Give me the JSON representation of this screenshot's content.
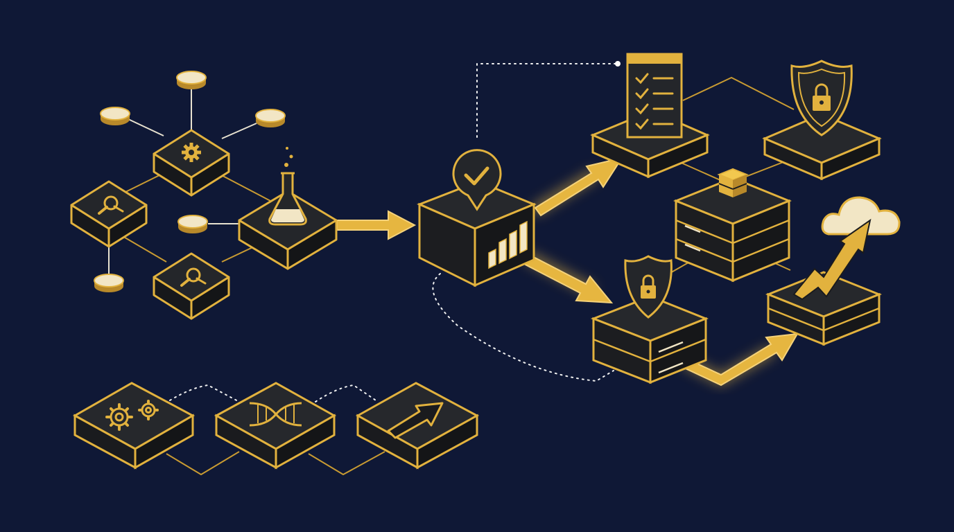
{
  "colors": {
    "background": "#0f1836",
    "gold": "#e2b23e",
    "gold_dim": "#b8892a",
    "box_top": "#24262a",
    "box_side": "#17181b",
    "cream": "#f2e6c5"
  },
  "nodes": {
    "discovery_cluster": [
      {
        "name": "gear-hub-node",
        "icon": "gear-icon"
      },
      {
        "name": "search-node-upper",
        "icon": "magnifier-icon"
      },
      {
        "name": "search-node-lower",
        "icon": "magnifier-icon"
      },
      {
        "name": "lab-flask-node",
        "icon": "flask-icon"
      },
      {
        "name": "data-puck-top",
        "icon": "cylinder-icon"
      },
      {
        "name": "data-puck-left",
        "icon": "cylinder-icon"
      },
      {
        "name": "data-puck-right",
        "icon": "cylinder-icon"
      },
      {
        "name": "data-puck-middle",
        "icon": "cylinder-icon"
      },
      {
        "name": "data-puck-bottom",
        "icon": "cylinder-icon"
      }
    ],
    "validation_hub": {
      "name": "analytics-cube",
      "icons": [
        "checkmark-pin-icon",
        "bar-chart-icon"
      ]
    },
    "outputs": [
      {
        "name": "checklist-platform",
        "icon": "checklist-icon"
      },
      {
        "name": "shield-lock-platform",
        "icon": "shield-lock-icon"
      },
      {
        "name": "server-stack",
        "icon": "server-icon"
      },
      {
        "name": "secure-server",
        "icon": "shield-lock-icon"
      },
      {
        "name": "cloud-growth-platform",
        "icon": "cloud-trend-icon"
      }
    ],
    "bottom_pipeline": [
      {
        "name": "gears-tile",
        "icon": "gears-icon"
      },
      {
        "name": "dna-tile",
        "icon": "dna-icon"
      },
      {
        "name": "arrow-tile",
        "icon": "arrow-up-right-icon"
      }
    ]
  }
}
